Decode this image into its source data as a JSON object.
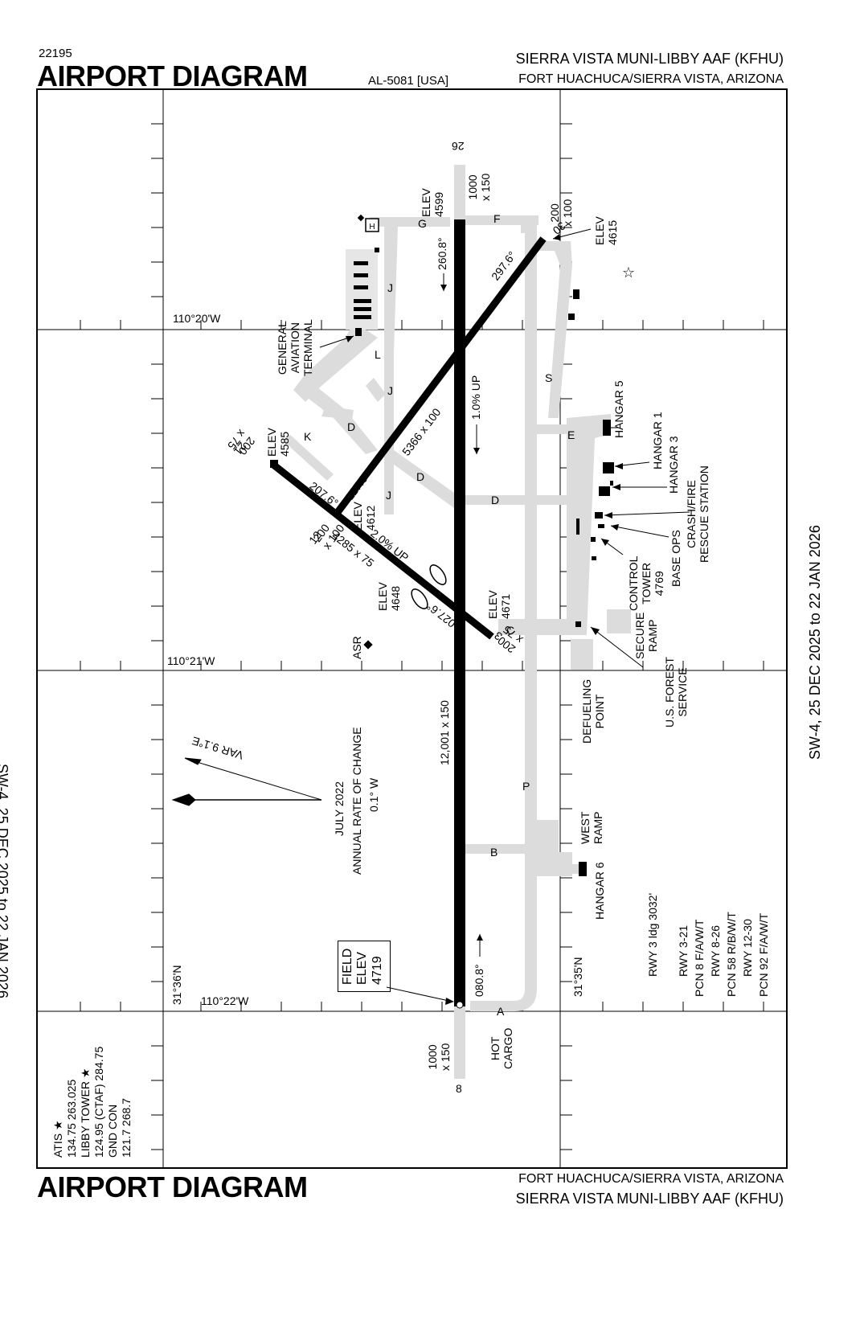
{
  "header": {
    "chart_number": "22195",
    "title": "AIRPORT DIAGRAM",
    "doc_id": "AL-5081 [USA]",
    "airport_name": "SIERRA VISTA MUNI-LIBBY AAF  (KFHU)",
    "location": "FORT HUACHUCA/SIERRA VISTA, ARIZONA"
  },
  "footer": {
    "title": "AIRPORT DIAGRAM",
    "location": "FORT HUACHUCA/SIERRA VISTA, ARIZONA",
    "airport_name": "SIERRA VISTA MUNI-LIBBY AAF  (KFHU)"
  },
  "side_dates": {
    "left": "SW-4,  25 DEC 2025  to  22 JAN 2026",
    "right": "SW-4,  25 DEC 2025  to  22 JAN 2026"
  },
  "coords": {
    "lon_20": "110°20'W",
    "lon_21": "110°21'W",
    "lon_22": "110°22'W",
    "lat_36": "31°36'N",
    "lat_35": "31°35'N"
  },
  "frequencies": {
    "atis": "ATIS ★",
    "atis_freq": "134.75  263.025",
    "tower": "LIBBY TOWER ★",
    "tower_freq": "124.95  (CTAF)  284.75",
    "gnd": "GND CON",
    "gnd_freq": "121.7  268.7"
  },
  "magvar": {
    "var": "VAR 9.1°E",
    "date": "JULY 2022",
    "rate_label": "ANNUAL RATE OF CHANGE",
    "rate": "0.1° W"
  },
  "field_elev": {
    "label1": "FIELD",
    "label2": "ELEV",
    "value": "4719"
  },
  "runways": {
    "rwy_8_26": {
      "ident_8": "8",
      "ident_26": "26",
      "dims": "12,001 x 150",
      "hdg_080": "080.8°",
      "hdg_260": "260.8°",
      "slope": "1.0% UP",
      "ovr_26": "1000\nx 150",
      "ovr_8": "1000\nx 150",
      "elev_26_label": "ELEV",
      "elev_26": "4599"
    },
    "rwy_12_30": {
      "ident_12": "12",
      "ident_30": "30",
      "dims": "5366 x 100",
      "hdg_297": "297.6°",
      "hdg_117": "117.6°",
      "ovr_30": "200\nx 100",
      "ovr_12": "200\nx 100",
      "elev_30": "4615",
      "elev_12": "4612"
    },
    "rwy_3_21": {
      "ident_3": "3",
      "ident_21": "21",
      "dims": "4285 x 75",
      "hdg_207": "207.6°",
      "hdg_027": "027.6°",
      "slope": "2.0% UP",
      "ovr_21": "200\nx 75",
      "ovr_3": "200\nx 75",
      "elev_21": "4585",
      "elev_int": "4648",
      "elev_3": "4671"
    }
  },
  "taxiways": [
    "A",
    "B",
    "C",
    "D",
    "D",
    "D",
    "E",
    "F",
    "G",
    "J",
    "J",
    "J",
    "K",
    "L",
    "P",
    "S"
  ],
  "facilities": {
    "ga_terminal": "GENERAL\nAVIATION\nTERMINAL",
    "hangar5": "HANGAR 5",
    "hangar1": "HANGAR 1",
    "hangar3": "HANGAR 3",
    "crash_fire": "CRASH/FIRE\nRESCUE STATION",
    "base_ops": "BASE OPS",
    "control_tower": "CONTROL\nTOWER\n4769",
    "secure_ramp": "SECURE\nRAMP",
    "forest_service": "U.S. FOREST\nSERVICE",
    "defueling": "DEFUELING\nPOINT",
    "west_ramp": "WEST\nRAMP",
    "hangar6": "HANGAR 6",
    "hot_cargo": "HOT\nCARGO",
    "asr": "ASR"
  },
  "pcn": {
    "rwy3_ldg": "RWY 3 ldg 3032'",
    "rwy3_21": "RWY 3-21",
    "rwy3_21_pcn": "PCN 8 F/A/W/T",
    "rwy8_26": "RWY 8-26",
    "rwy8_26_pcn": "PCN 58 R/B/W/T",
    "rwy12_30": "RWY 12-30",
    "rwy12_30_pcn": "PCN 92 F/A/W/T"
  }
}
